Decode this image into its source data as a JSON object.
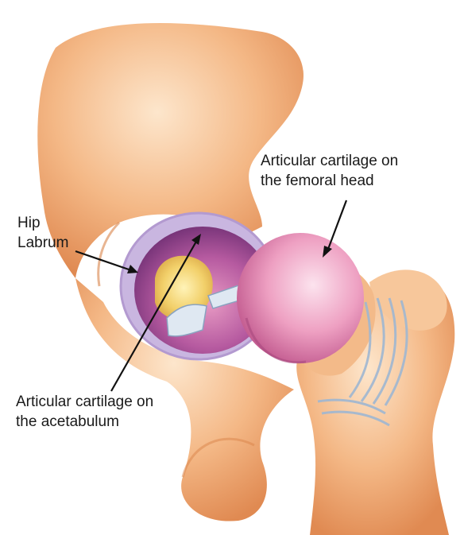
{
  "labels": {
    "femoral_head": {
      "line1": "Articular cartilage on",
      "line2": "the femoral head"
    },
    "hip_labrum": {
      "line1": "Hip",
      "line2": "Labrum"
    },
    "acetabulum": {
      "line1": "Articular cartilage on",
      "line2": "the acetabulum"
    }
  },
  "colors": {
    "bone": "#f2b27e",
    "bone_light": "#fbe0c2",
    "bone_shadow": "#d9834a",
    "cartilage_pink": "#f0a9c9",
    "socket_purple": "#a04a8e",
    "labrum_lavender": "#c9b6e0",
    "ligament_blue": "#9fb7d2",
    "fat_pad_yellow": "#f2d36a",
    "arrow": "#111111"
  }
}
